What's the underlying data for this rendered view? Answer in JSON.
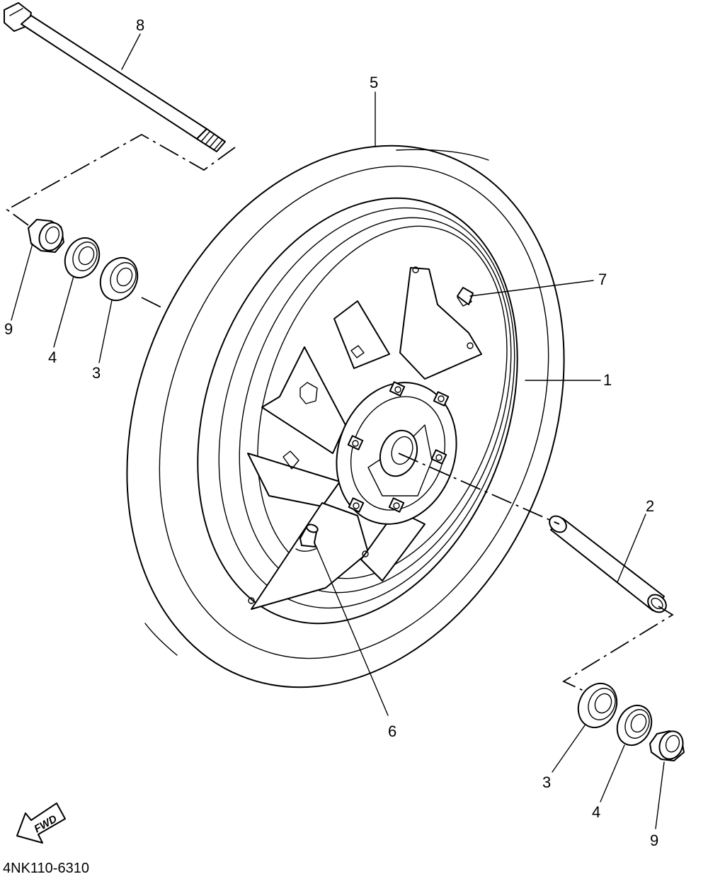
{
  "callouts": {
    "c1": "1",
    "c2": "2",
    "c3_left": "3",
    "c3_right": "3",
    "c4_left": "4",
    "c4_right": "4",
    "c5": "5",
    "c6": "6",
    "c7": "7",
    "c8": "8",
    "c9_left": "9",
    "c9_right": "9"
  },
  "fwd_label": "FWD",
  "diagram_code": "4NK110-6310"
}
